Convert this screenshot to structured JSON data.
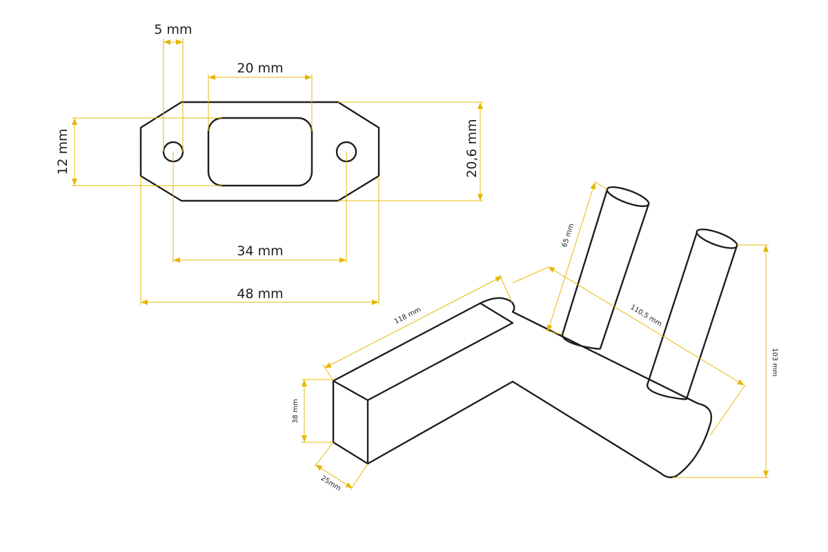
{
  "colors": {
    "outline": "#1d1d1b",
    "dimension": "#e6b800",
    "background": "#ffffff"
  },
  "flange": {
    "dim_hole": "5 mm",
    "dim_slot_width": "20 mm",
    "dim_slot_height": "12 mm",
    "dim_height": "20,6 mm",
    "dim_hole_spacing": "34 mm",
    "dim_width": "48 mm"
  },
  "manifold": {
    "dim_arm_length": "118 mm",
    "dim_pipe_length": "65 mm",
    "dim_branch_length": "110,5 mm",
    "dim_total_height": "103 mm",
    "dim_box_height": "38 mm",
    "dim_box_depth": "25mm"
  }
}
